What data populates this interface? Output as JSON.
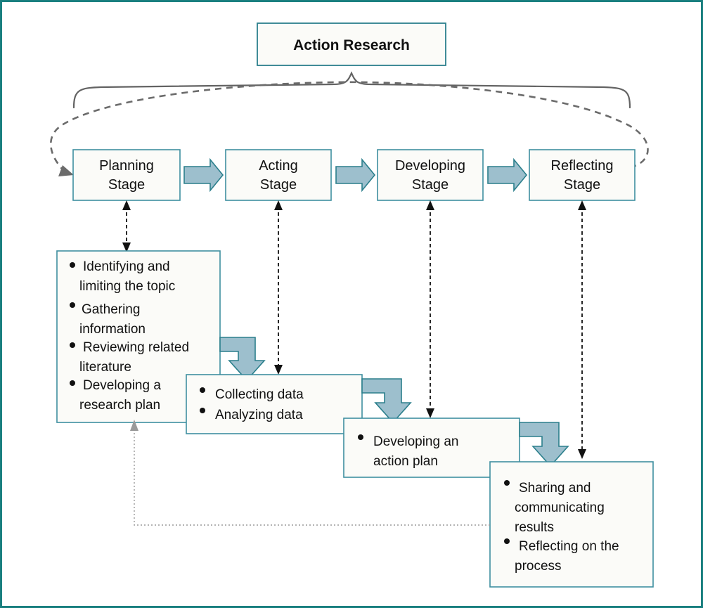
{
  "figure": {
    "title": "Action Research",
    "border_color": "#1a7f7f",
    "box_fill": "#fbfbf8",
    "box_stroke": "#3f8fa0",
    "arrow_fill": "#9dbfcd",
    "arrow_stroke": "#2b7f8c",
    "loop_color": "#6b6b6b",
    "connector_color": "#111111"
  },
  "stages": [
    {
      "line1": "Planning",
      "line2": "Stage"
    },
    {
      "line1": "Acting",
      "line2": "Stage"
    },
    {
      "line1": "Developing",
      "line2": "Stage"
    },
    {
      "line1": "Reflecting",
      "line2": "Stage"
    }
  ],
  "details": [
    {
      "id": "planning-details",
      "bullets": [
        {
          "lines": [
            "Identifying and",
            "limiting the topic"
          ]
        },
        {
          "lines": [
            "Gathering",
            "information"
          ]
        },
        {
          "lines": [
            "Reviewing related",
            "literature"
          ]
        },
        {
          "lines": [
            "Developing a",
            "research plan"
          ]
        }
      ]
    },
    {
      "id": "acting-details",
      "bullets": [
        {
          "lines": [
            "Collecting data"
          ]
        },
        {
          "lines": [
            "Analyzing data"
          ]
        }
      ]
    },
    {
      "id": "developing-details",
      "bullets": [
        {
          "lines": [
            "Developing an",
            "action plan"
          ]
        }
      ]
    },
    {
      "id": "reflecting-details",
      "bullets": [
        {
          "lines": [
            "Sharing and",
            "communicating",
            "results"
          ]
        },
        {
          "lines": [
            "Reflecting on the",
            "process"
          ]
        }
      ]
    }
  ],
  "connectors": {
    "stage_to_detail": "double-headed-dashed-arrow",
    "stage_to_stage": "block-arrow-right",
    "detail_to_detail": "elbow-block-arrow-down",
    "feedback_top": "dashed-loop-arrow-to-planning",
    "feedback_bottom": "dotted-return-arrow-to-planning-details",
    "grouping": "curly-brace"
  }
}
